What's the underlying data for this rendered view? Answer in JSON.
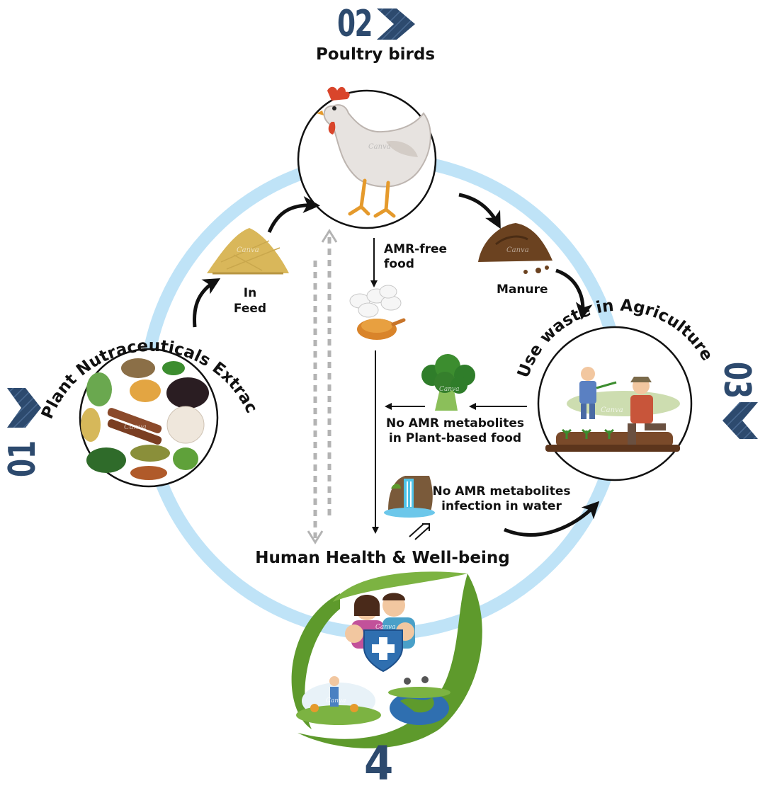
{
  "steps": [
    {
      "number": "01",
      "title": "Plant Nutraceuticals Extract"
    },
    {
      "number": "02",
      "title": "Poultry birds"
    },
    {
      "number": "03",
      "title": "Use waste in Agriculture"
    },
    {
      "number": "4",
      "title": "Human Health & Well-being"
    }
  ],
  "labels": {
    "in_feed_line1": "In",
    "in_feed_line2": "Feed",
    "amr_free_line1": "AMR-free",
    "amr_free_line2": "food",
    "manure": "Manure",
    "plant_food_line1": "No AMR metabolites",
    "plant_food_line2": "in Plant-based food",
    "water_line1": "No AMR metabolites",
    "water_line2": "infection in water"
  },
  "watermark": "Canva",
  "colors": {
    "cycle_ring": "#bfe3f7",
    "step_number": "#2d4a6e",
    "leaf_green": "#5e9a2c",
    "arrow": "#111111",
    "dashed_arrow": "#b3b3b3"
  }
}
